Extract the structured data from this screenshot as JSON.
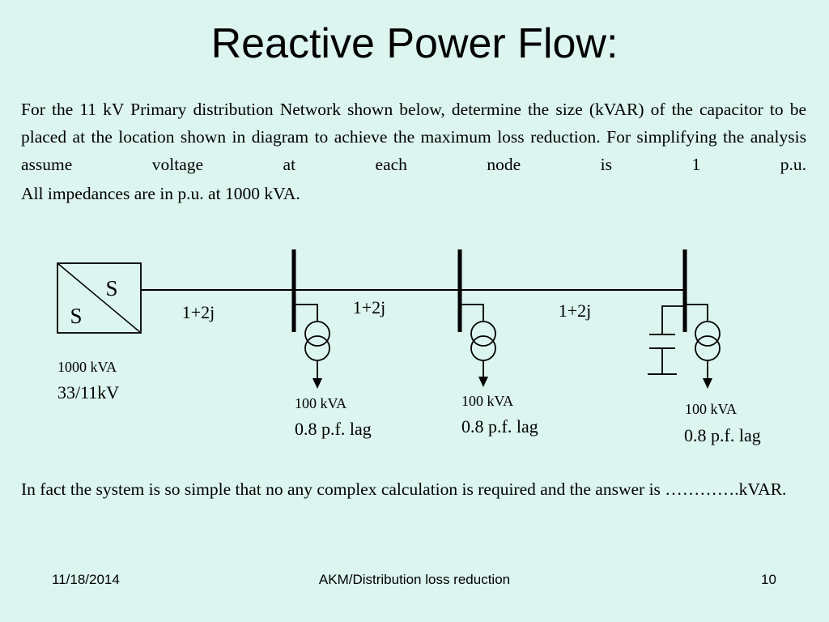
{
  "slide": {
    "title": "Reactive Power Flow:",
    "problem_text": "For the 11 kV Primary distribution Network shown below, determine the size (kVAR) of the capacitor to be placed at the location shown in diagram to achieve the maximum loss reduction. For simplifying the analysis assume voltage at each node is 1 p.u.",
    "impedance_note": "All impedances are in p.u. at 1000 kVA.",
    "answer_text": "In fact the system is so simple that no any complex calculation is required and the answer is ………….kVAR."
  },
  "diagram": {
    "source": {
      "symbol_top": "S",
      "symbol_bottom": "S",
      "rating": "1000 kVA",
      "voltage": "33/11kV"
    },
    "lines": [
      {
        "impedance": "1+2j"
      },
      {
        "impedance": "1+2j"
      },
      {
        "impedance": "1+2j"
      }
    ],
    "loads": [
      {
        "kva": "100 kVA",
        "pf": "0.8 p.f. lag"
      },
      {
        "kva": "100 kVA",
        "pf": "0.8 p.f. lag"
      },
      {
        "kva": "100 kVA",
        "pf": "0.8 p.f. lag"
      }
    ]
  },
  "footer": {
    "date": "11/18/2014",
    "center": "AKM/Distribution loss reduction",
    "page": "10"
  }
}
